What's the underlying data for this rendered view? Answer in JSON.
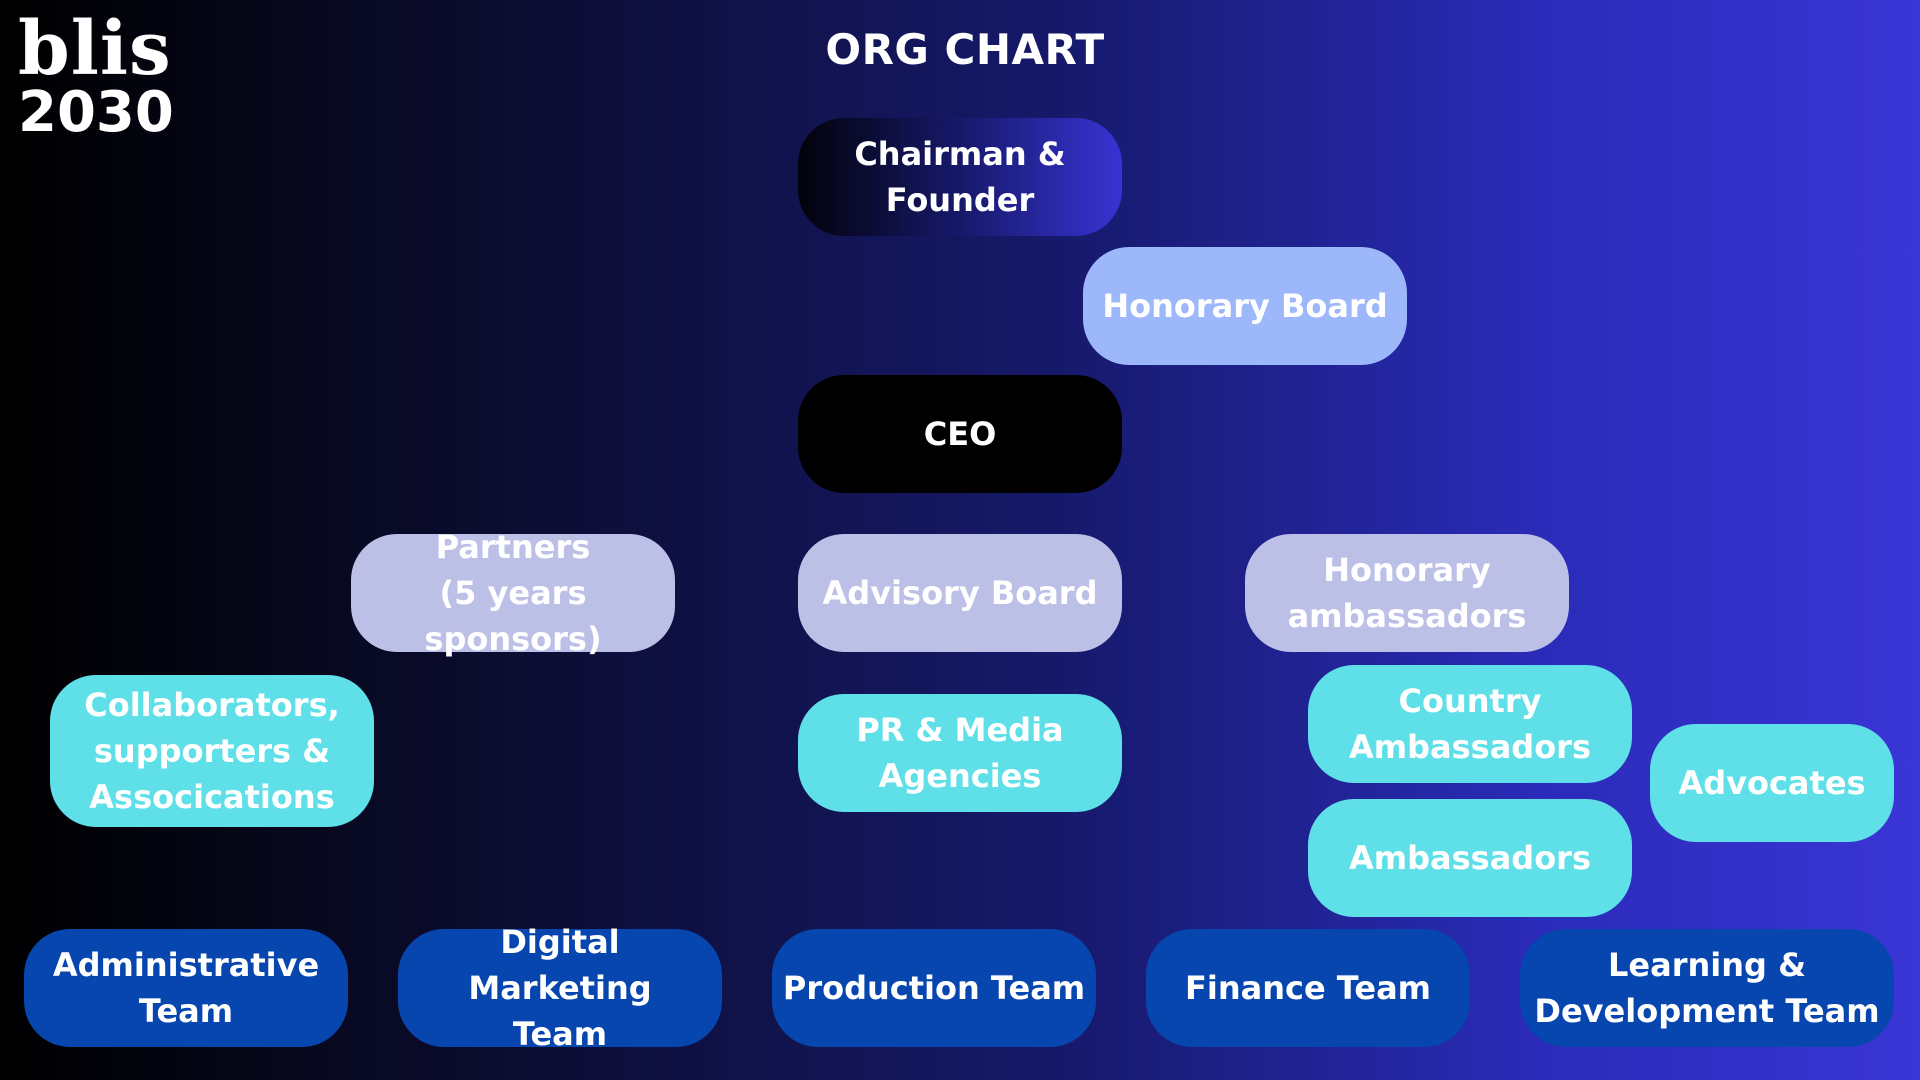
{
  "logo": {
    "word": "blis",
    "year": "2030"
  },
  "title": "ORG CHART",
  "nodes": {
    "chairman": "Chairman &\nFounder",
    "honorary_board": "Honorary Board",
    "ceo": "CEO",
    "partners": "Partners\n(5 years sponsors)",
    "advisory_board": "Advisory Board",
    "honorary_ambassadors": "Honorary\nambassadors",
    "collaborators": "Collaborators,\nsupporters &\nAssocications",
    "pr_media": "PR & Media\nAgencies",
    "country_ambassadors": "Country\nAmbassadors",
    "ambassadors": "Ambassadors",
    "advocates": "Advocates",
    "administrative_team": "Administrative\nTeam",
    "digital_marketing_team": "Digital Marketing\nTeam",
    "production_team": "Production Team",
    "finance_team": "Finance Team",
    "learning_team": "Learning &\nDevelopment Team"
  },
  "colors": {
    "background_left": "#000000",
    "background_right": "#3a35d6",
    "honorary_board": "#9db7fb",
    "lavender_nodes": "#bcc0e6",
    "cyan_nodes": "#5fe0e8",
    "team_nodes": "#0646ae",
    "ceo": "#000000"
  }
}
